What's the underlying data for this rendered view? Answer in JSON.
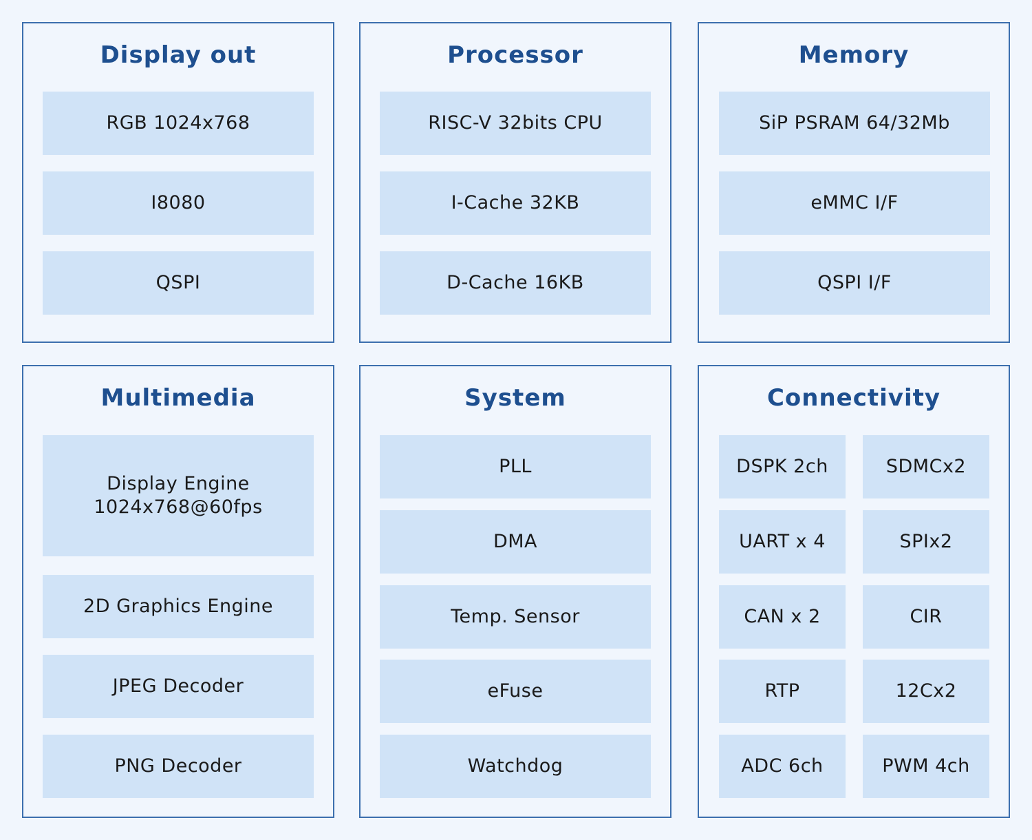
{
  "panels": [
    {
      "title": "Display out",
      "items": [
        "RGB 1024x768",
        "I8080",
        "QSPI"
      ]
    },
    {
      "title": "Processor",
      "items": [
        "RISC-V 32bits CPU",
        "I-Cache 32KB",
        "D-Cache 16KB"
      ]
    },
    {
      "title": "Memory",
      "items": [
        "SiP PSRAM 64/32Mb",
        "eMMC I/F",
        "QSPI I/F"
      ]
    },
    {
      "title": "Multimedia",
      "items": [
        "Display Engine\n1024x768@60fps",
        "2D Graphics Engine",
        "JPEG Decoder",
        "PNG Decoder"
      ]
    },
    {
      "title": "System",
      "items": [
        "PLL",
        "DMA",
        "Temp. Sensor",
        "eFuse",
        "Watchdog"
      ]
    },
    {
      "title": "Connectivity",
      "items": [
        "DSPK 2ch",
        "SDMCx2",
        "UART x 4",
        "SPIx2",
        "CAN x 2",
        "CIR",
        "RTP",
        "12Cx2",
        "ADC 6ch",
        "PWM 4ch"
      ]
    }
  ],
  "colors": {
    "background": "#f1f6fd",
    "panel_border": "#3c6fae",
    "title": "#1e4f8f",
    "cell_fill": "#d0e3f7",
    "cell_text": "#1a1a1a"
  }
}
